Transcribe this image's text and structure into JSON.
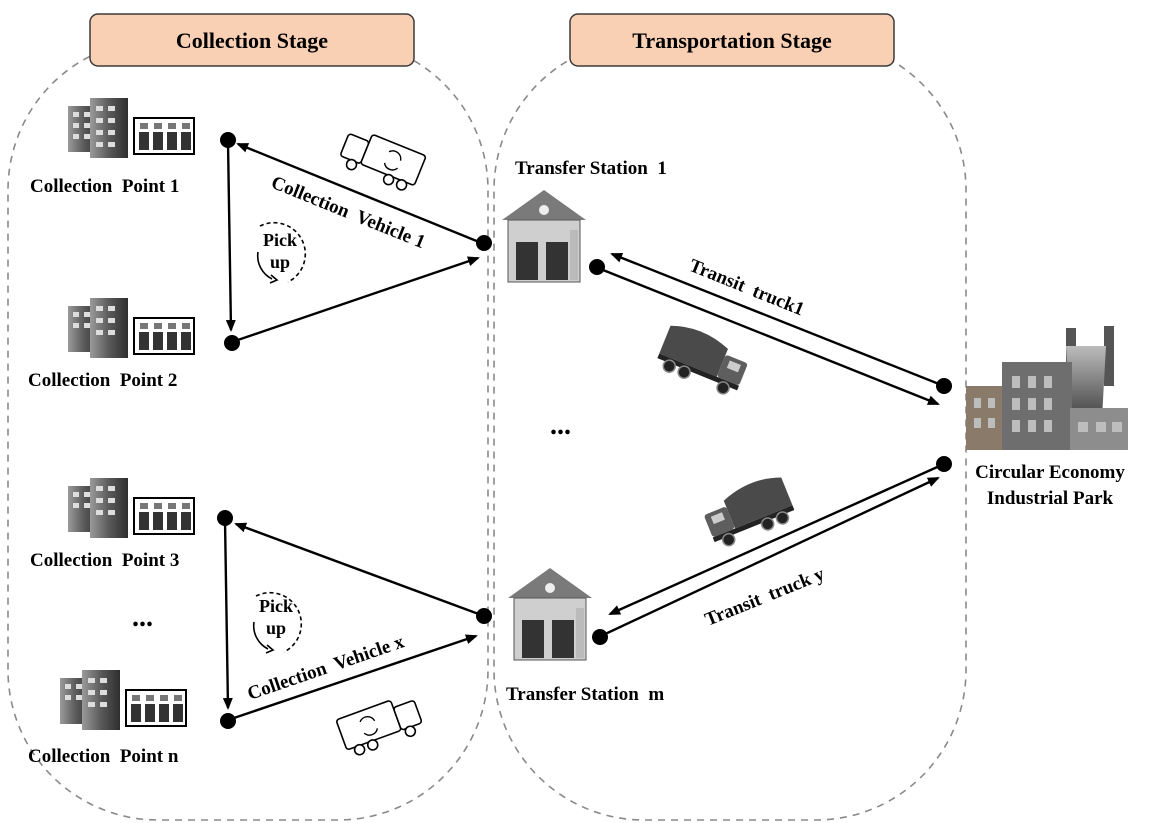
{
  "stages": {
    "collection_title": "Collection Stage",
    "transport_title": "Transportation Stage",
    "header_fill": "#f9d0b4",
    "header_stroke": "#3a3a3a"
  },
  "collection_points": {
    "p1": "Collection  Point 1",
    "p2": "Collection  Point 2",
    "p3": "Collection  Point 3",
    "pn": "Collection  Point n",
    "ellipsis": "..."
  },
  "vehicles": {
    "v1": "Collection  Vehicle 1",
    "vx": "Collection  Vehicle x"
  },
  "pickup": {
    "line1": "Pick",
    "line2": "up"
  },
  "stations": {
    "s1": "Transfer Station  1",
    "sm": "Transfer Station  m",
    "ellipsis": "..."
  },
  "trucks": {
    "t1": "Transit  truck1",
    "ty": "Transit  truck y"
  },
  "park": {
    "line1": "Circular Economy",
    "line2": "Industrial Park"
  },
  "icons": [
    "building-icon",
    "sorting-bins-icon",
    "recycle-truck-icon",
    "garbage-truck-icon",
    "transfer-station-icon",
    "factory-icon"
  ]
}
